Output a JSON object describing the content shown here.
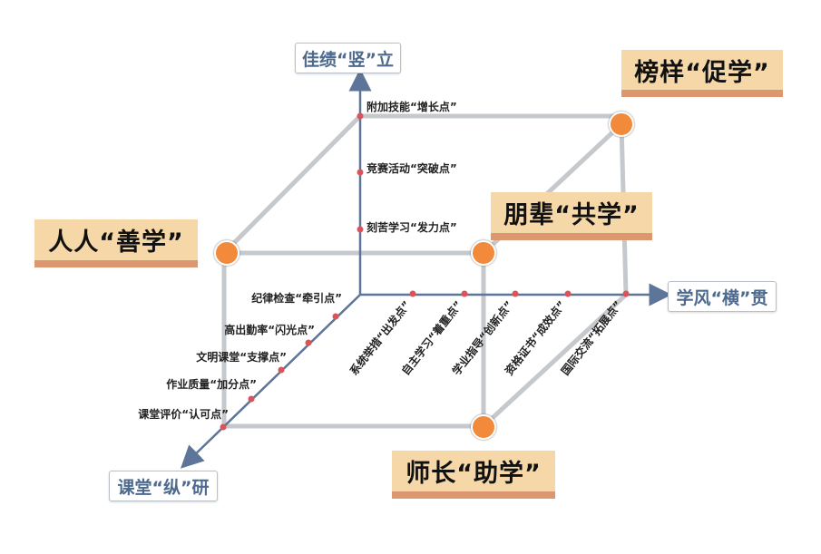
{
  "axes": {
    "vertical": "佳绩“竖”立",
    "horizontal": "学风“横”贯",
    "depth": "课堂“纵”研"
  },
  "corner_tags": {
    "back_top_right": "榜样“促学”",
    "front_top_left": "人人“善学”",
    "front_top_right": "朋辈“共学”",
    "front_bottom_right": "师长“助学”"
  },
  "vertical_points": [
    "附加技能“增长点”",
    "竞赛活动“突破点”",
    "刻苦学习“发力点”"
  ],
  "horizontal_points": [
    "系统举措“出发点”",
    "自主学习“着重点”",
    "学业指导“创新点”",
    "资格证书“成效点”",
    "国际交流“拓展点”"
  ],
  "depth_points": [
    "纪律检查“牵引点”",
    "高出勤率“闪光点”",
    "文明课堂“支撑点”",
    "作业质量“加分点”",
    "课堂评价“认可点”"
  ],
  "colors": {
    "axis": "#5d7599",
    "edge": "#c5c8cc",
    "node": "#f28a3c",
    "dot": "#d9545a",
    "tag_bg": "#f6d7a8",
    "tag_stripe": "#dc9670"
  }
}
